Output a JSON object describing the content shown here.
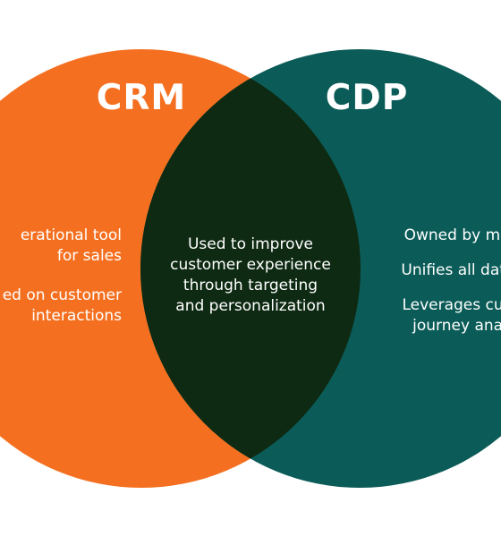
{
  "colors": {
    "crm": "#f47020",
    "cdp": "#0b5c58",
    "overlap": "#0e2a13",
    "text": "#ffffff"
  },
  "crm": {
    "title": "CRM",
    "lines": [
      "erational tool",
      "for sales",
      "",
      "ed on customer",
      "interactions"
    ]
  },
  "cdp": {
    "title": "CDP",
    "items": [
      [
        "Owned by mark"
      ],
      [
        "Unifies all data s"
      ],
      [
        "Leverages custo",
        "journey analy"
      ]
    ]
  },
  "overlap": {
    "lines": [
      "Used to improve",
      "customer experience",
      "through targeting",
      "and personalization"
    ]
  }
}
